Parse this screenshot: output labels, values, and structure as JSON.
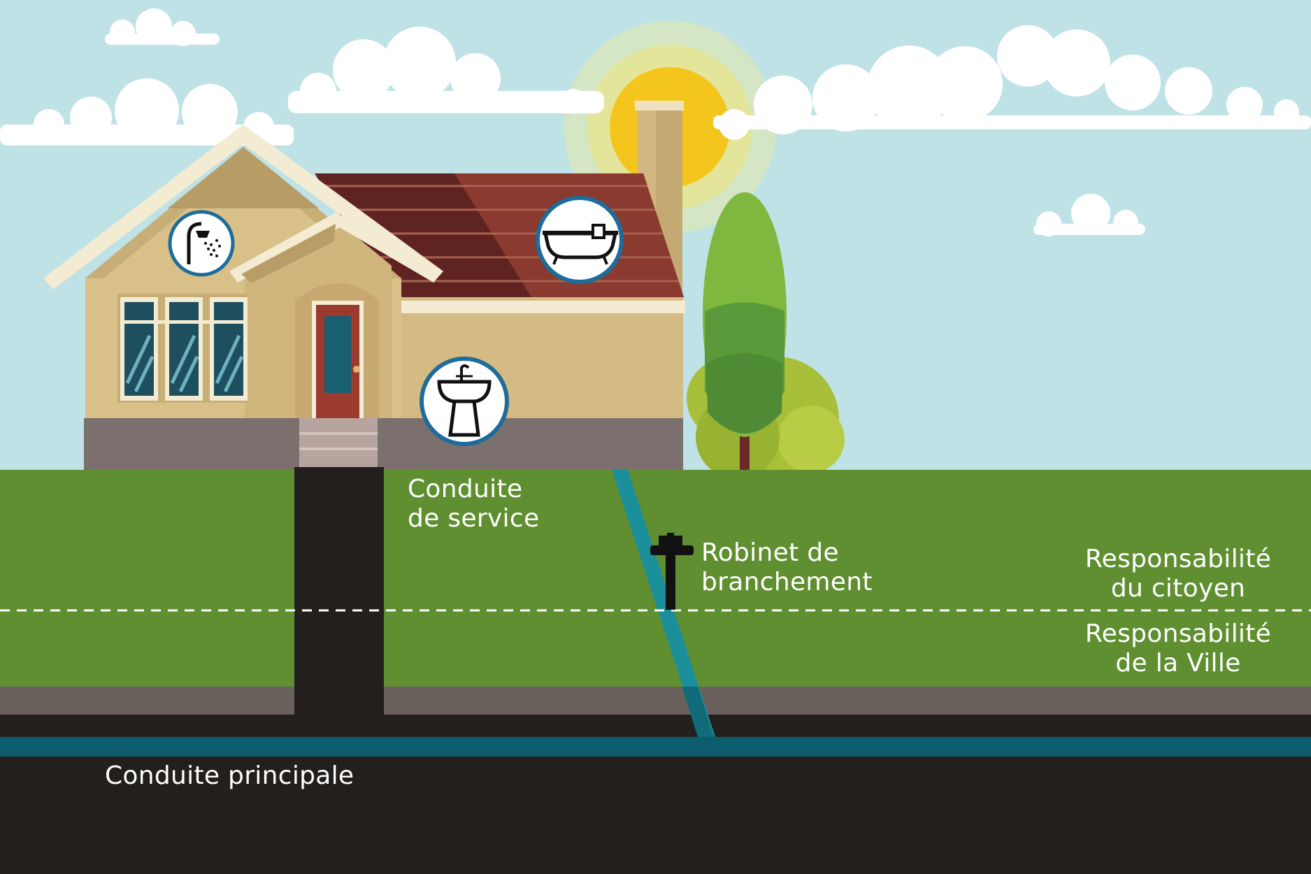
{
  "labels": {
    "service_line": "Conduite\nde service",
    "curb_stop": "Robinet de\nbranchement",
    "citizen_responsibility": "Responsabilité\ndu citoyen",
    "city_responsibility": "Responsabilité\nde la Ville",
    "water_main": "Conduite principale"
  },
  "icons": [
    "shower-icon",
    "bathtub-icon",
    "sink-icon",
    "curb-stop-valve-icon"
  ],
  "colors": {
    "sky": "#bfe2e7",
    "grass": "#5f8f30",
    "soil": "#231f1d",
    "water_pipe": "#0d5c6e",
    "service_pipe": "#1a8f9a",
    "roof": "#8a3a2e",
    "wall": "#d3bb83",
    "sun": "#f4c51c"
  }
}
